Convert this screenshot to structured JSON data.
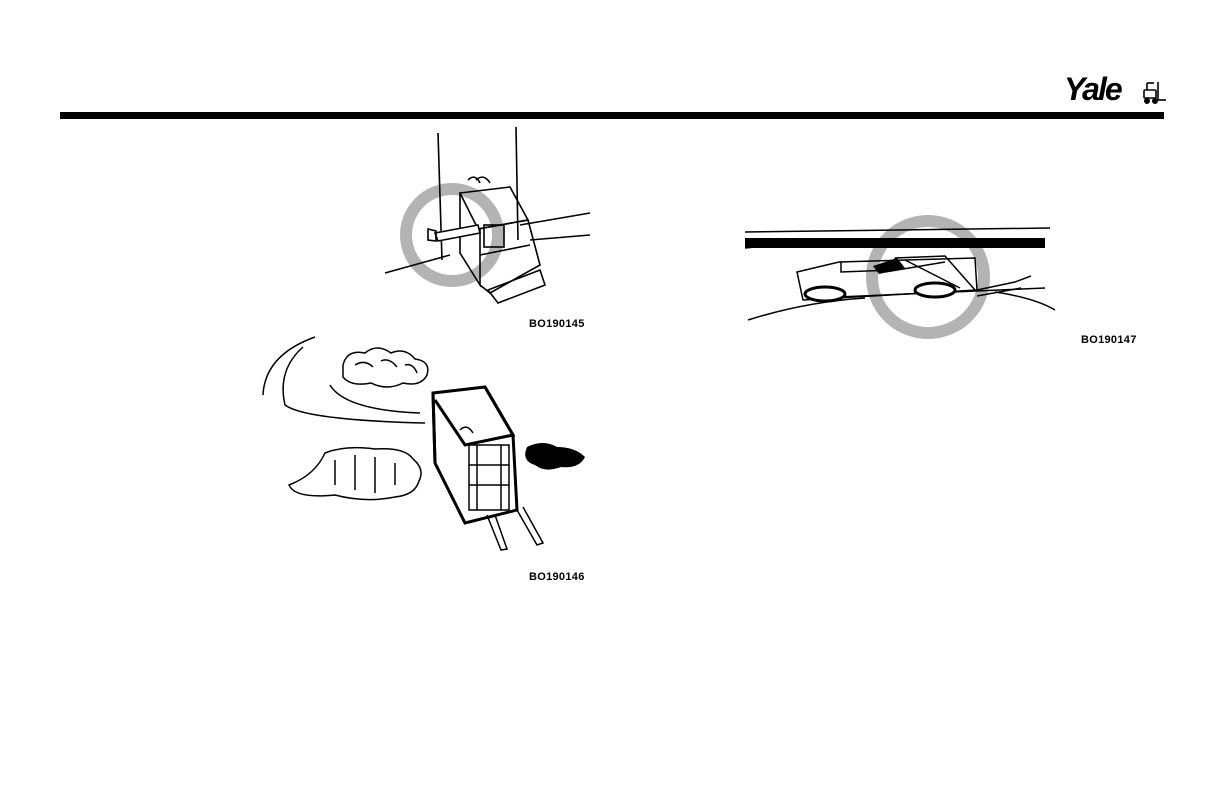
{
  "header": {
    "brand_logo_text": "Yale"
  },
  "figures": [
    {
      "caption": "BO190145"
    },
    {
      "caption": "BO190146"
    },
    {
      "caption": "BO190147"
    }
  ],
  "colors": {
    "rule": "#000000",
    "prohibition_circle": "#b3b3b3"
  },
  "icons": [
    "yale-logo",
    "forklift-icon"
  ]
}
